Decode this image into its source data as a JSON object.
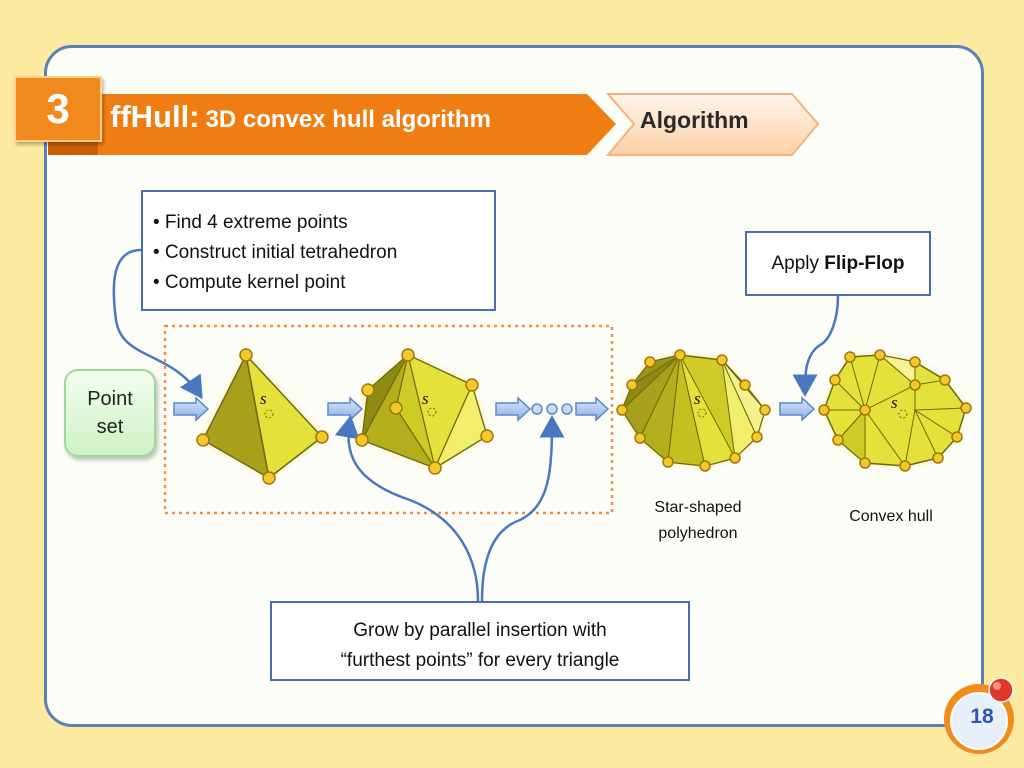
{
  "slide": {
    "number": "3",
    "title_main": "ffHull:",
    "title_sub": "3D convex hull algorithm",
    "breadcrumb": "Algorithm",
    "page": "18"
  },
  "steps": [
    "• Find 4 extreme points",
    "• Construct initial tetrahedron",
    "• Compute kernel point"
  ],
  "input_label": {
    "line1": "Point",
    "line2": "set"
  },
  "flip_box": {
    "prefix": "Apply ",
    "bold": "Flip-Flop"
  },
  "grow_box": {
    "line1": "Grow by parallel insertion with",
    "line2": "“furthest points” for every triangle"
  },
  "captions": {
    "star": {
      "line1": "Star-shaped",
      "line2": "polyhedron"
    },
    "hull": "Convex hull"
  },
  "kernel_label": "s",
  "colors": {
    "background": "#fbeaa0",
    "panel_border": "#5b7fb6",
    "orange": "#f08a1c",
    "poly_fill": "#d8d21e",
    "vertex": "#f4c82a"
  }
}
